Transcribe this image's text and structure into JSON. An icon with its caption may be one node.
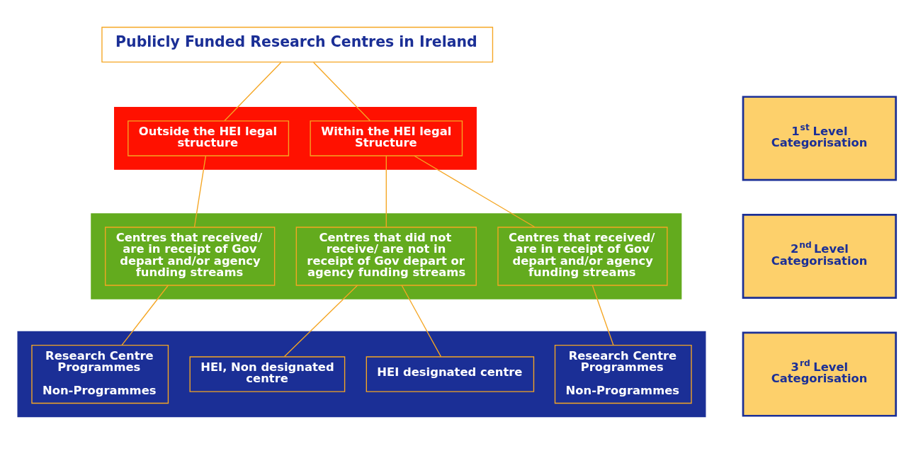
{
  "diagram": {
    "nodes": [
      {
        "text": [
          "Publicly Funded Research Centres in Ireland"
        ]
      },
      {
        "text": [],
        "shape": "band"
      },
      {
        "text": [
          "Within the HEI legal Structure"
        ],
        "in": 1
      },
      {
        "text": [
          "Outside the HEI legal structure"
        ],
        "in": 1
      },
      {
        "text": [],
        "shape": "band"
      },
      {
        "text": [
          "Centres that received/ are in receipt of Gov depart and/or agency funding streams"
        ],
        "in": 4
      },
      {
        "text": [
          "Centres that did not receive/ are not in receipt of Gov depart or agency funding streams"
        ],
        "in": 4
      },
      {
        "text": [
          "Centres that received/ are in receipt of Gov depart and/or agency funding streams"
        ],
        "in": 4
      },
      {
        "text": [],
        "shape": "band"
      },
      {
        "text": [
          "Research Centre Programmes",
          "Non-Programmes"
        ],
        "in": 8
      },
      {
        "text": [
          "HEI designated centre"
        ],
        "in": 8
      },
      {
        "text": [
          "HEI, Non designated centre"
        ],
        "in": 8
      },
      {
        "text": [
          "Research Centre Programmes",
          "Non-Programmes"
        ],
        "in": 8
      },
      {
        "text": [
          "1$^{st}$ Level Categorisation"
        ]
      },
      {
        "text": [
          "2$^{nd}$ Level Categorisation"
        ]
      },
      {
        "text": [
          "3$^{rd}$ Level Categorisation"
        ]
      }
    ],
    "edges": [
      {
        "from": 0,
        "to": 2,
        "arrow": "none"
      },
      {
        "from": 0,
        "to": 3,
        "arrow": "none"
      },
      {
        "from": 2,
        "to": 5,
        "arrow": "none"
      },
      {
        "from": 2,
        "to": 6,
        "arrow": "none"
      },
      {
        "from": 3,
        "to": 7,
        "arrow": "none"
      },
      {
        "from": 5,
        "to": 9,
        "arrow": "none"
      },
      {
        "from": 6,
        "to": 10,
        "arrow": "none"
      },
      {
        "from": 6,
        "to": 11,
        "arrow": "none"
      },
      {
        "from": 7,
        "to": 12,
        "arrow": "none"
      }
    ]
  }
}
